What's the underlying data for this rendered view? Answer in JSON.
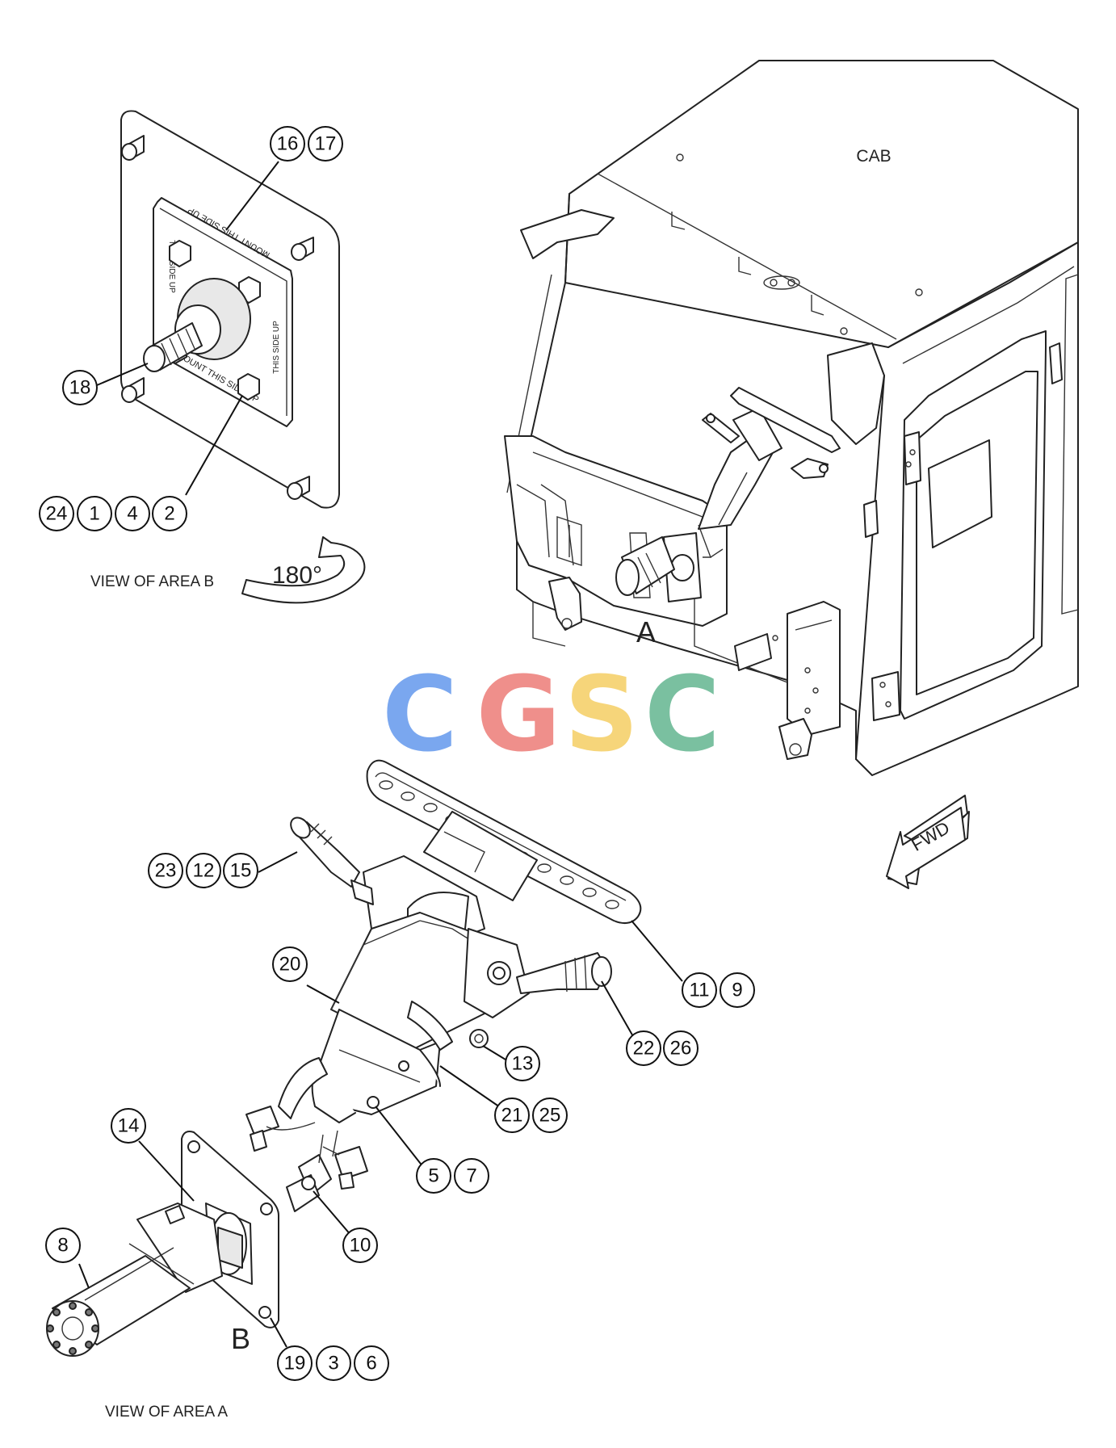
{
  "labels": {
    "cab": "CAB",
    "view_area_b": "VIEW OF AREA B",
    "rotation": "180°",
    "view_area_a": "VIEW OF AREA A",
    "area_a": "A",
    "area_b": "B",
    "fwd": "FWD"
  },
  "watermark": {
    "letters": [
      "C",
      "G",
      "S",
      "C"
    ],
    "colors": [
      "#7aa7ef",
      "#ef8f8b",
      "#f6d57a",
      "#7ac0a0"
    ]
  },
  "plate_markings": {
    "top": "MOUNT\nTHIS SIDE UP",
    "side_left": "THIS SIDE UP",
    "side_right": "THIS SIDE UP",
    "bottom": "MOUNT\nTHIS SIDE UP"
  },
  "callouts": [
    {
      "id": "c16",
      "n": "16"
    },
    {
      "id": "c17",
      "n": "17"
    },
    {
      "id": "c18",
      "n": "18"
    },
    {
      "id": "c24",
      "n": "24"
    },
    {
      "id": "c1",
      "n": "1"
    },
    {
      "id": "c4",
      "n": "4"
    },
    {
      "id": "c2",
      "n": "2"
    },
    {
      "id": "c23",
      "n": "23"
    },
    {
      "id": "c12",
      "n": "12"
    },
    {
      "id": "c15",
      "n": "15"
    },
    {
      "id": "c20",
      "n": "20"
    },
    {
      "id": "c11",
      "n": "11"
    },
    {
      "id": "c9",
      "n": "9"
    },
    {
      "id": "c22",
      "n": "22"
    },
    {
      "id": "c26",
      "n": "26"
    },
    {
      "id": "c13",
      "n": "13"
    },
    {
      "id": "c14",
      "n": "14"
    },
    {
      "id": "c21",
      "n": "21"
    },
    {
      "id": "c25",
      "n": "25"
    },
    {
      "id": "c5",
      "n": "5"
    },
    {
      "id": "c7",
      "n": "7"
    },
    {
      "id": "c10",
      "n": "10"
    },
    {
      "id": "c8",
      "n": "8"
    },
    {
      "id": "c19",
      "n": "19"
    },
    {
      "id": "c3",
      "n": "3"
    },
    {
      "id": "c6",
      "n": "6"
    }
  ]
}
